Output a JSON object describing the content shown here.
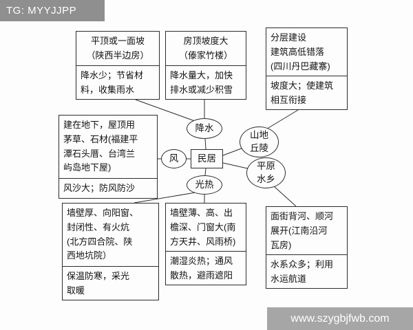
{
  "watermarks": {
    "top": "TG: MYYJJPP",
    "bottom": "www.szygbjfwb.com"
  },
  "nodes": {
    "dwelling": "民居",
    "precipitation": "降水",
    "wind": "风",
    "light_heat": "光热",
    "mountain_hill": "山地\n丘陵",
    "plain_water": "平原\n水乡"
  },
  "boxes": {
    "flat_roof": {
      "feature": "平顶或一面坡\n（陕西半边房）",
      "reason": "降水少；节省材\n料，收集雨水"
    },
    "steep_roof": {
      "feature": "房顶坡度大\n（傣家竹楼）",
      "reason": "降水量大，加快\n排水或减少积雪"
    },
    "layered": {
      "feature": "分层建设\n建筑高低错落\n(四川丹巴藏寨)",
      "reason": "坡度大；使建筑\n相互衔接"
    },
    "underground": {
      "feature": "建在地下，屋顶用\n茅草、石材(福建平\n潭石头厝、台湾兰\n屿岛地下屋)",
      "reason": "风沙大；防风防沙"
    },
    "thick_wall": {
      "feature": "墙壁厚、向阳窗、\n封闭性、有火炕\n(北方四合院、陕\n西地坑院）",
      "reason": "保温防寒，采光\n取暖"
    },
    "thin_wall": {
      "feature": "墙壁薄、高、出\n檐深、门窗大(南\n方天井、风雨桥)",
      "reason": "潮湿炎热；通风\n散热，避雨遮阳"
    },
    "riverside": {
      "feature": "面街背河、顺河\n展开(江南沿河\n瓦房)",
      "reason": "水系众多；利用\n水运航道"
    }
  },
  "colors": {
    "line": "#2b2b2b",
    "watermark_bg": "#9b9b9b"
  }
}
